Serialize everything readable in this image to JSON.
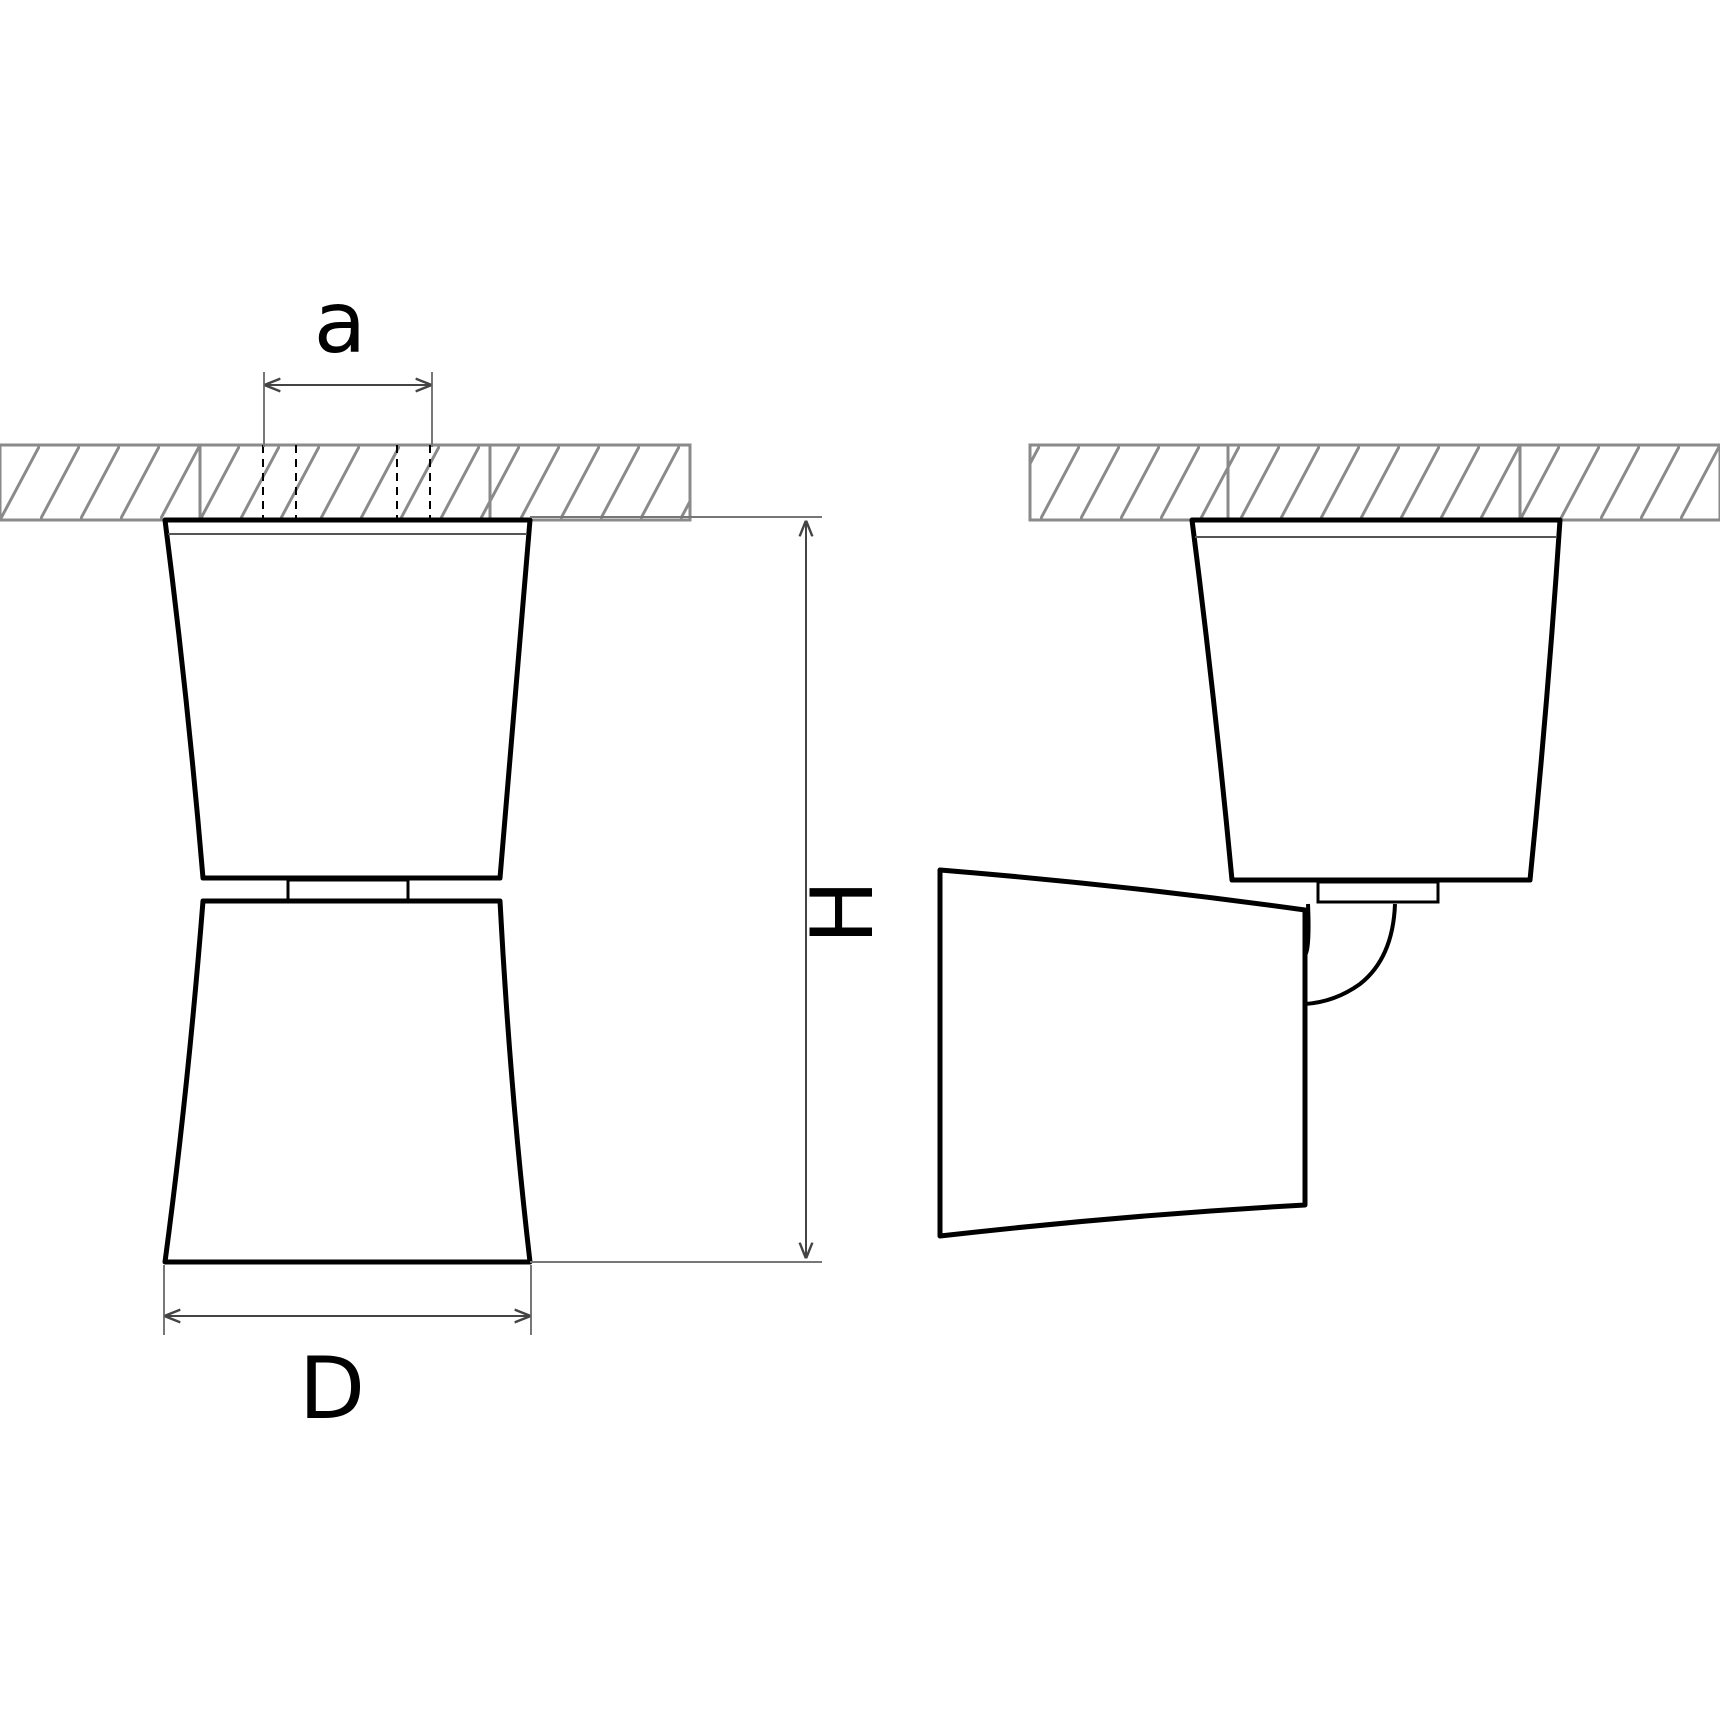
{
  "labels": {
    "a": "a",
    "D": "D",
    "H": "H"
  },
  "colors": {
    "outline": "#000000",
    "hatch": "#8a8a8a",
    "background": "#ffffff"
  }
}
